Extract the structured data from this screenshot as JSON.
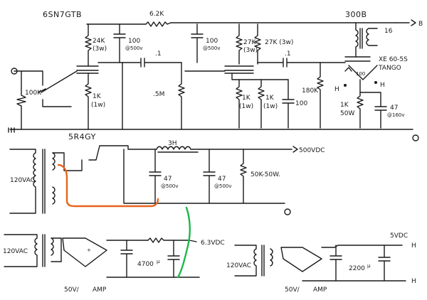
{
  "amp": {
    "tube_driver": "6SN7GTB",
    "tube_output": "300B",
    "r_series": "6.2K",
    "r_plate1": "24K",
    "r_plate1_w": "(3w)",
    "c_dec1": "100",
    "c_dec1_v": "@500v",
    "r_volume": "100K",
    "r_cath1": "1K",
    "r_cath1_w": "(1w)",
    "c_couple1": ".1",
    "r_grid1": ".5M",
    "c_dec2": "100",
    "c_dec2_v": "@500v",
    "r_plate2a": "27K",
    "r_plate2a_w": "(3w)",
    "r_plate2b": "27K (3w)",
    "c_couple2": ".1",
    "r_cath2a": "1K",
    "r_cath2a_w": "(1w)",
    "r_cath2b": "1K",
    "r_cath2b_w": "(1w)",
    "c_cath2": "100",
    "r_grid2": "180K",
    "otx": "XE 60-5S",
    "otx_brand": "TANGO",
    "otx_tap": "16",
    "r_hum": "100",
    "r_bias": "1K",
    "r_bias_w": "50W",
    "c_bias": "47",
    "c_bias_v": "@160v",
    "b_label": "B",
    "h_left": "H",
    "h_right": "H"
  },
  "psu": {
    "rectifier": "5R4GY",
    "choke": "3H",
    "b_out": "500VDC",
    "mains": "120VAC",
    "c1": "47",
    "c1_v": "@500v",
    "c2": "47",
    "c2_v": "@500v",
    "r_bleed": "50K-50W."
  },
  "heater1": {
    "mains": "120VAC",
    "out": "6.3VDC",
    "cap": "4700",
    "cap_mark": "µ",
    "xfmr": "50V/",
    "xfmr_rating": "AMP"
  },
  "heater2": {
    "mains": "120VAC",
    "out": "5VDC",
    "cap": "2200",
    "cap_mark": "µ",
    "h1": "H",
    "h2": "H",
    "xfmr": "50V/",
    "xfmr_rating": "AMP"
  },
  "colors": {
    "ink": "#1a1a1a",
    "orange_wire": "#e8641c",
    "green_wire": "#1db84a"
  }
}
